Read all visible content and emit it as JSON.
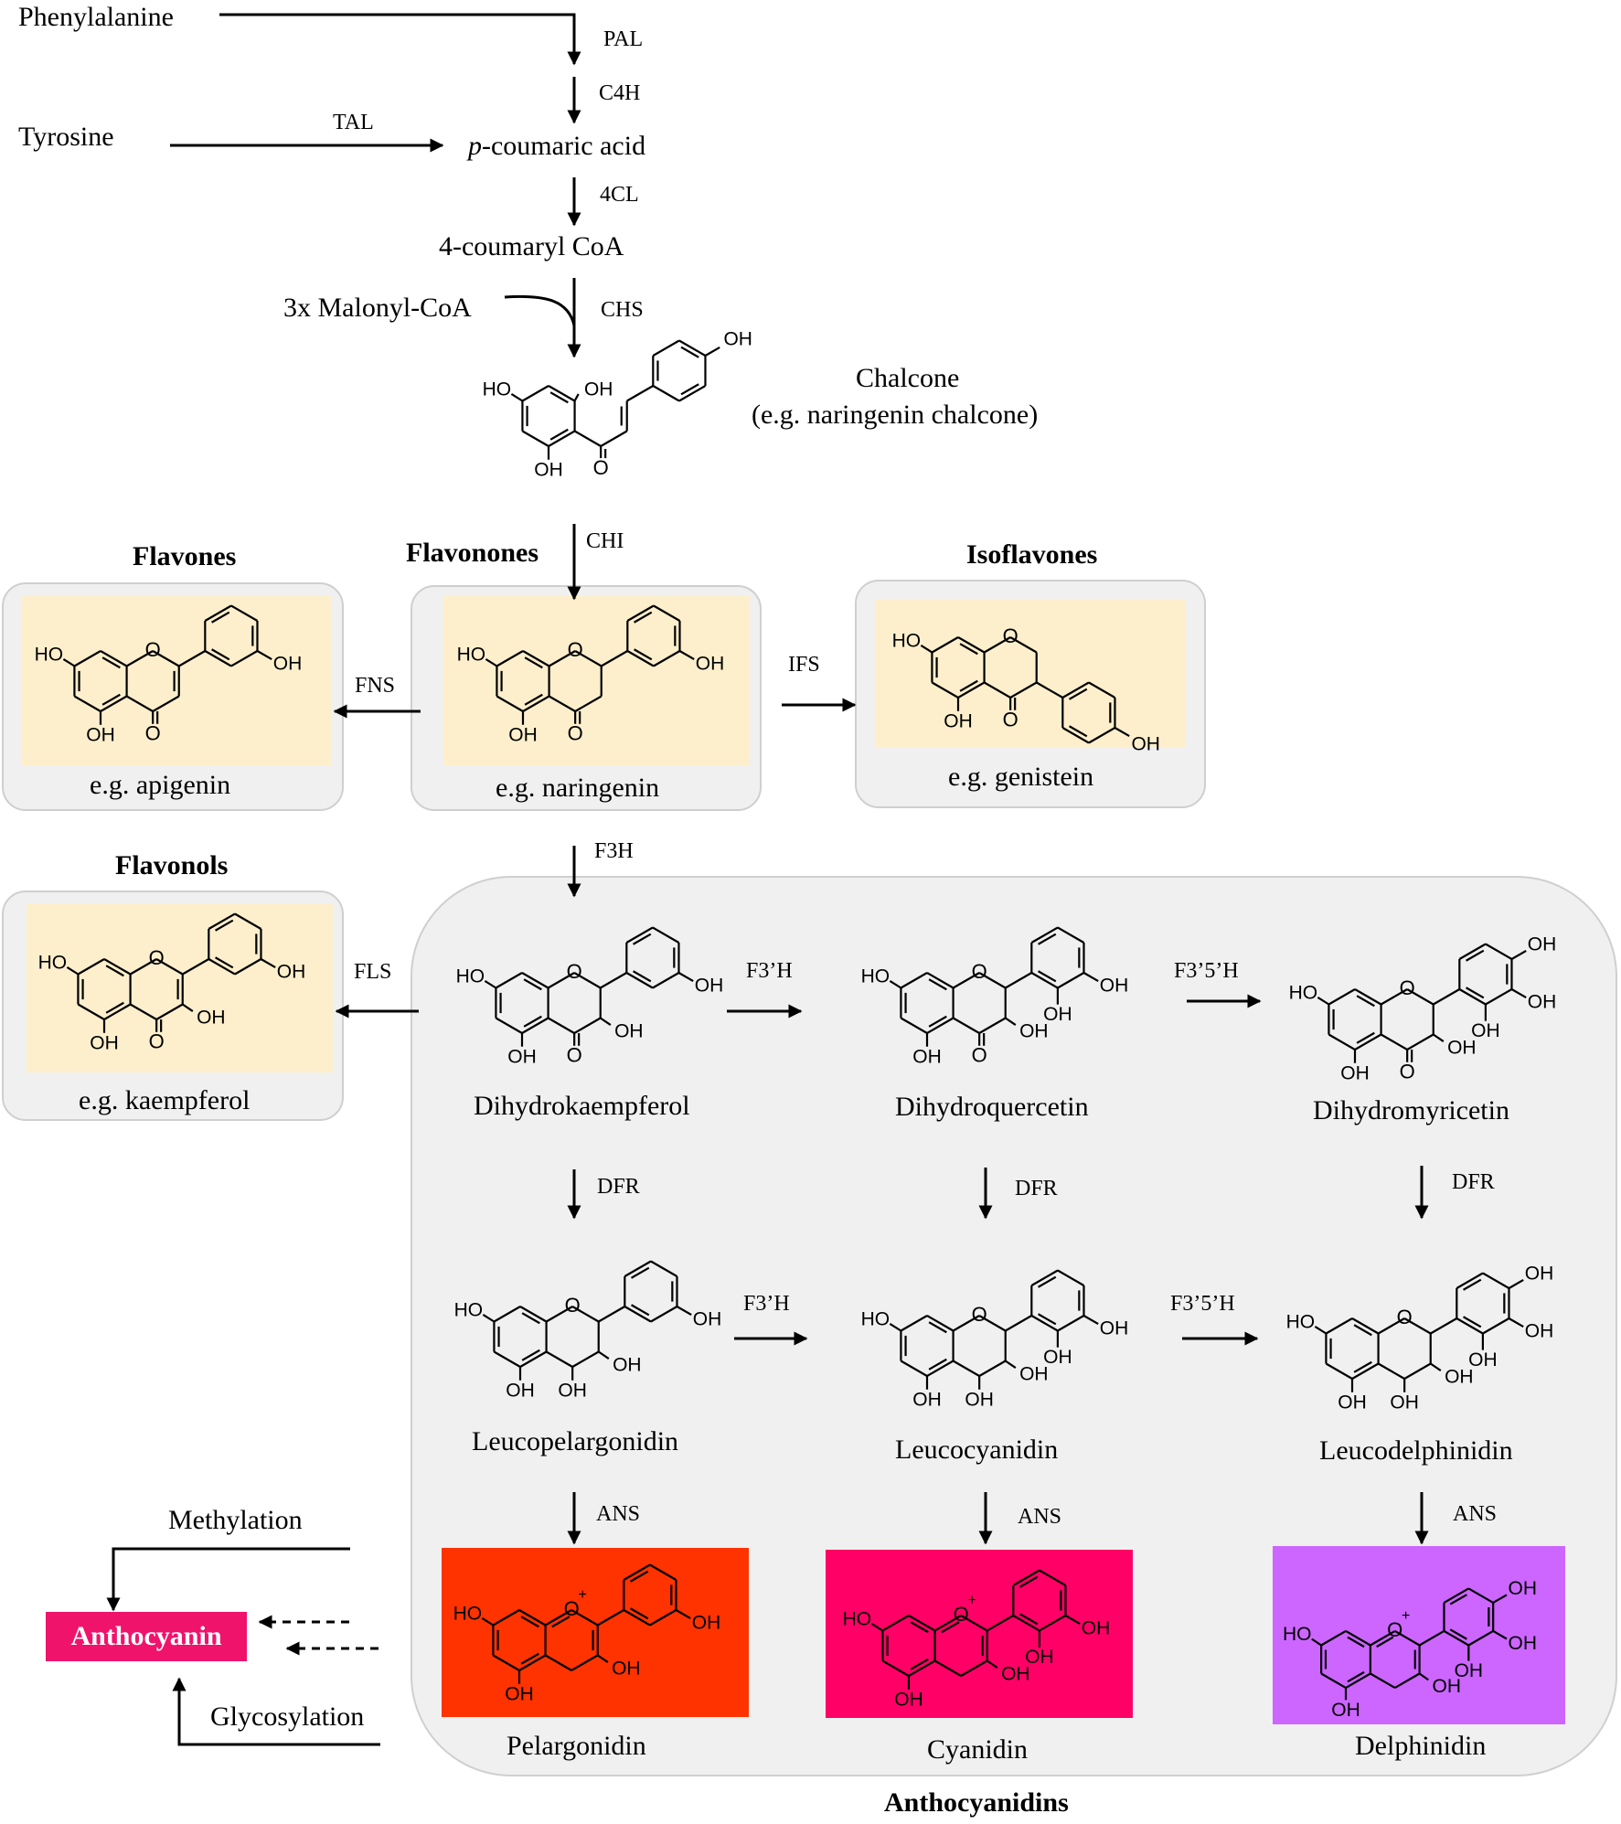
{
  "precursors": {
    "phenylalanine": "Phenylalanine",
    "tyrosine": "Tyrosine",
    "coumaric_italic": "p",
    "coumaric_rest": "-coumaric acid",
    "coumaryl_coa": "4-coumaryl CoA",
    "malonyl": "3x Malonyl-CoA"
  },
  "enzymes": {
    "pal": "PAL",
    "c4h": "C4H",
    "tal": "TAL",
    "fourcl": "4CL",
    "chs": "CHS",
    "chi": "CHI",
    "fns": "FNS",
    "ifs": "IFS",
    "f3h": "F3H",
    "fls": "FLS",
    "f3ph_1": "F3’H",
    "f3p5ph_1": "F3’5’H",
    "f3ph_2": "F3’H",
    "f3p5ph_2": "F3’5’H",
    "dfr_1": "DFR",
    "dfr_2": "DFR",
    "dfr_3": "DFR",
    "ans_1": "ANS",
    "ans_2": "ANS",
    "ans_3": "ANS"
  },
  "chalcone": {
    "title": "Chalcone",
    "example": "(e.g. naringenin chalcone)"
  },
  "classes": {
    "flavones": {
      "heading": "Flavones",
      "example": "e.g. apigenin"
    },
    "flavonones": {
      "heading": "Flavonones",
      "example": "e.g. naringenin"
    },
    "isoflavones": {
      "heading": "Isoflavones",
      "example": "e.g. genistein"
    },
    "flavonols": {
      "heading": "Flavonols",
      "example": "e.g. kaempferol"
    },
    "anthocyanidins": {
      "heading": "Anthocyanidins"
    }
  },
  "compounds": {
    "dihydrokaempferol": "Dihydrokaempferol",
    "dihydroquercetin": "Dihydroquercetin",
    "dihydromyricetin": "Dihydromyricetin",
    "leucopelargonidin": "Leucopelargonidin",
    "leucocyanidin": "Leucocyanidin",
    "leucodelphinidin": "Leucodelphinidin",
    "pelargonidin": "Pelargonidin",
    "cyanidin": "Cyanidin",
    "delphinidin": "Delphinidin"
  },
  "modifications": {
    "methylation": "Methylation",
    "glycosylation": "Glycosylation",
    "anthocyanin": "Anthocyanin"
  },
  "chem": {
    "oh": "OH",
    "ho": "HO",
    "o": "O",
    "plus": "+"
  },
  "colors": {
    "flavonoid_box": "#fdefcc",
    "group_box": "#f0f0f0",
    "pelargonidin": "#ff3300",
    "cyanidin": "#ff0066",
    "delphinidin": "#cc66ff",
    "anthocyanin": "#f0136c"
  }
}
